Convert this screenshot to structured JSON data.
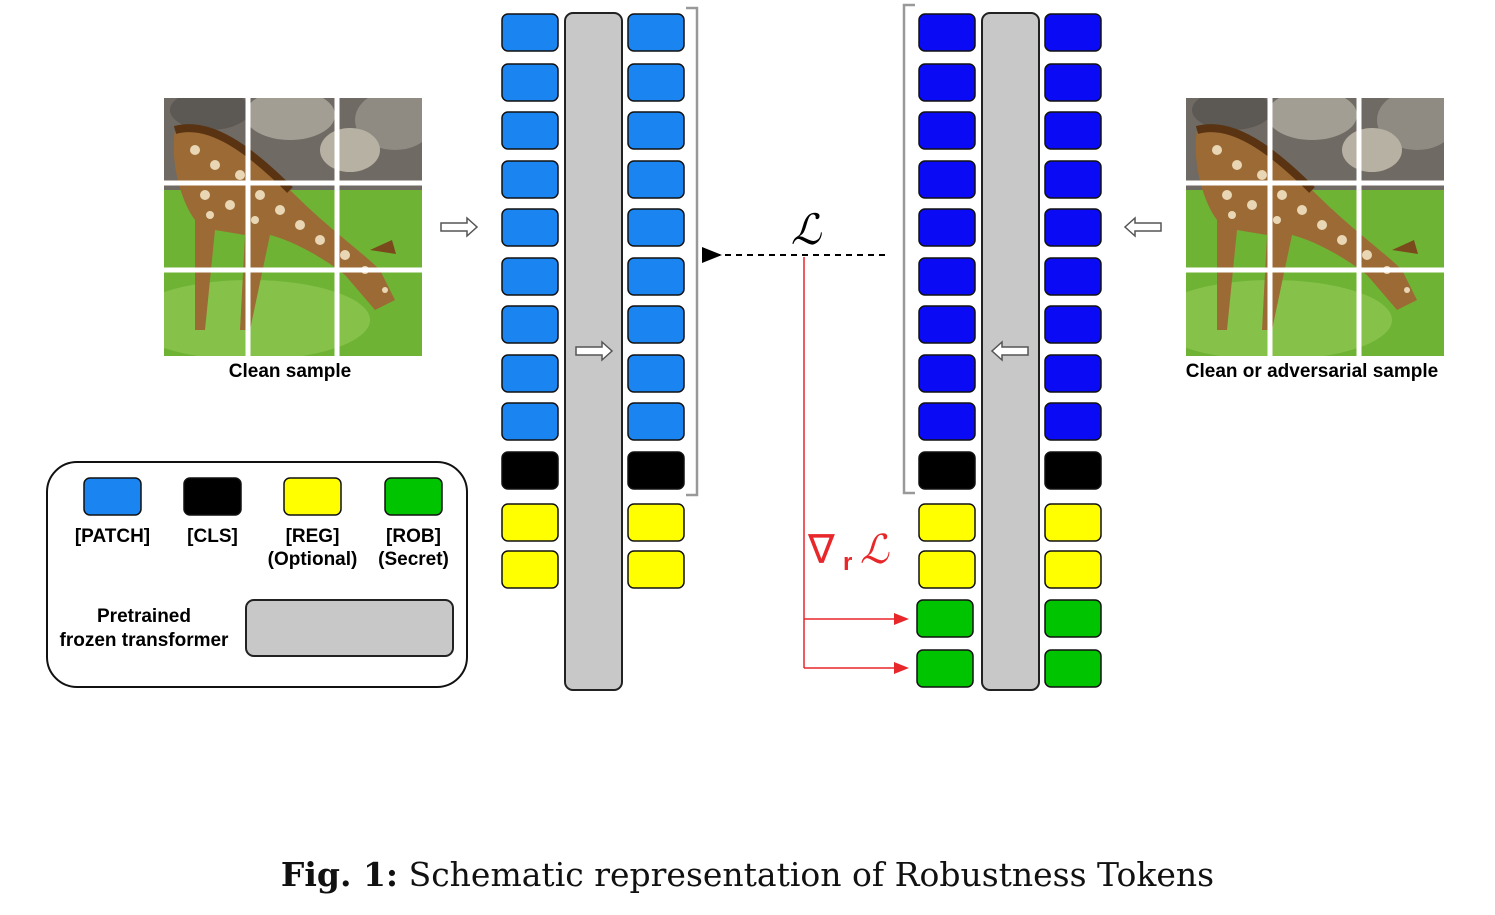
{
  "left_image": {
    "label": "Clean sample"
  },
  "right_image": {
    "label": "Clean or adversarial sample"
  },
  "loss": {
    "symbol": "ℒ",
    "gradient_nabla": "∇",
    "gradient_sub": "r",
    "gradient_L": "ℒ"
  },
  "legend": {
    "items": [
      {
        "label_1": "[PATCH]",
        "label_2": "",
        "color": "#1a85f0"
      },
      {
        "label_1": "[CLS]",
        "label_2": "",
        "color": "#000000"
      },
      {
        "label_1": "[REG]",
        "label_2": "(Optional)",
        "color": "#ffff00"
      },
      {
        "label_1": "[ROB]",
        "label_2": "(Secret)",
        "color": "#00c400"
      }
    ],
    "transformer_label_1": "Pretrained",
    "transformer_label_2": "frozen transformer",
    "transformer_color": "#c8c8c8"
  },
  "colors": {
    "patch_left": "#1a85f0",
    "patch_right": "#0a0af5",
    "cls": "#000000",
    "reg": "#ffff00",
    "rob": "#00c400",
    "transformer": "#c8c8c8",
    "gradient": "#e8272b"
  },
  "caption": {
    "prefix": "Fig. 1:",
    "text": "Schematic representation of Robustness Tokens"
  }
}
